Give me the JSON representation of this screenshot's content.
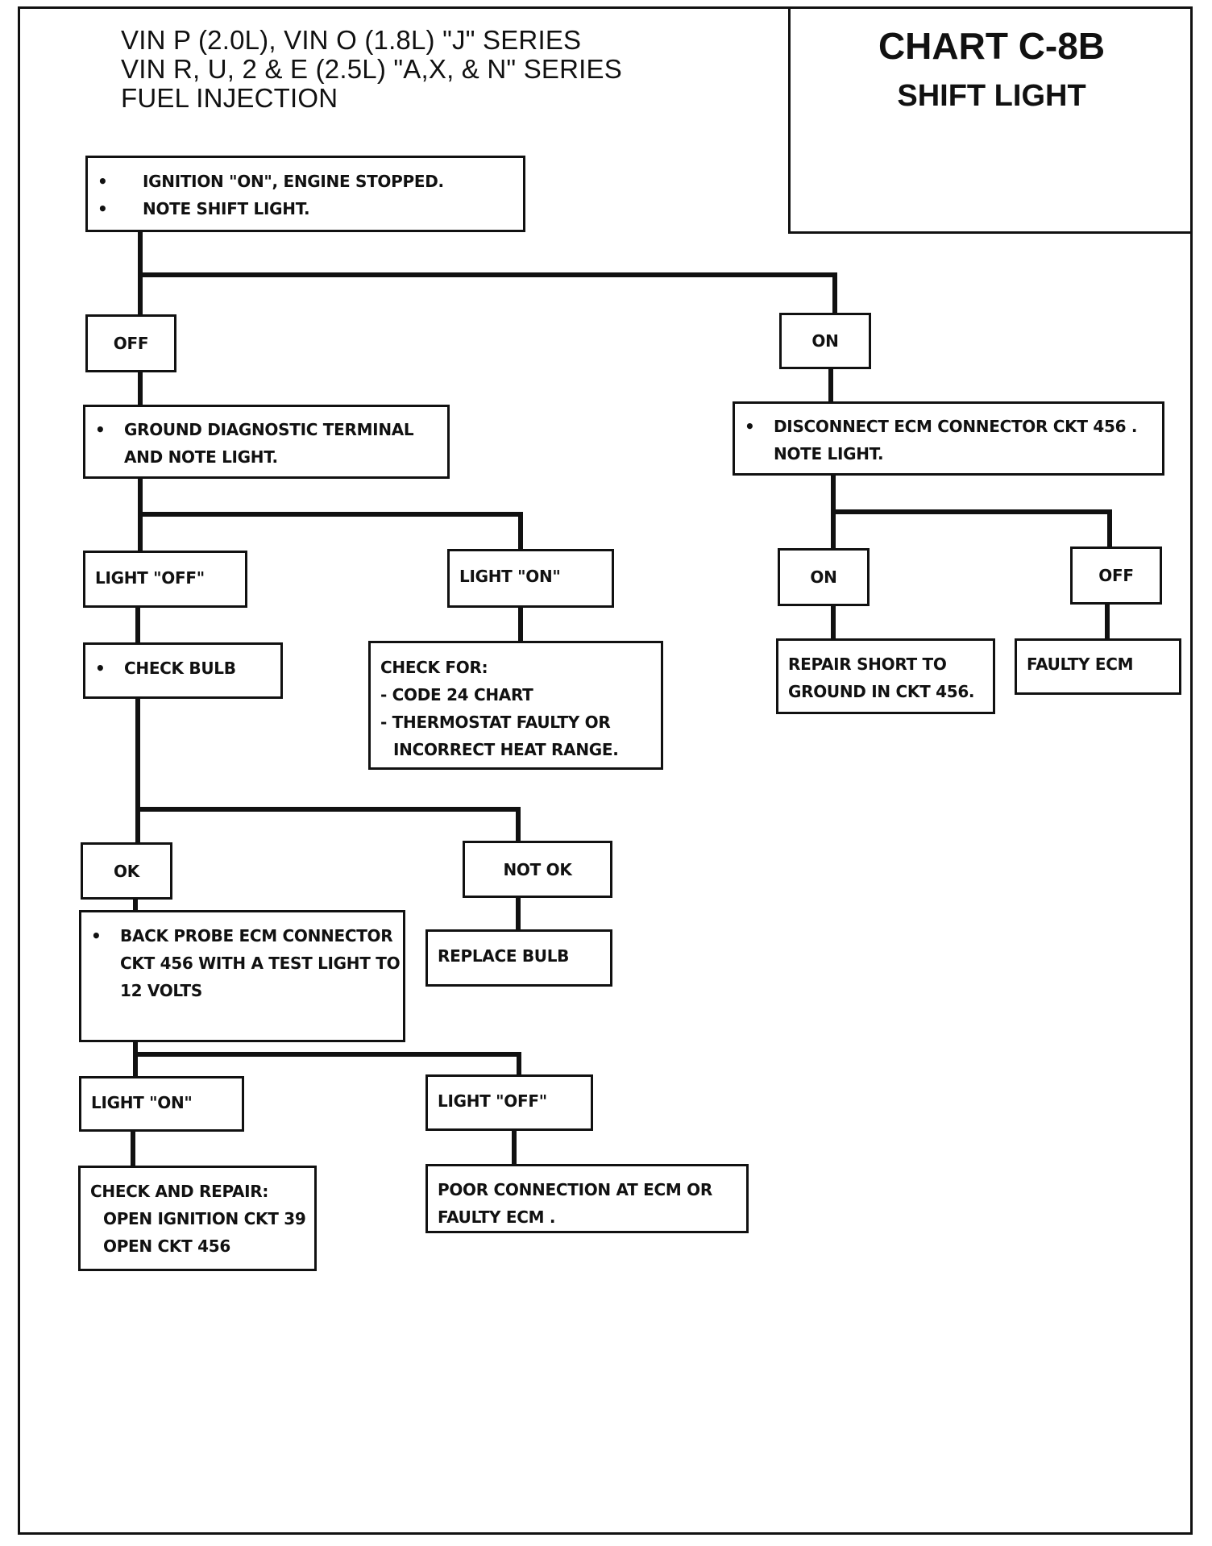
{
  "header": {
    "line1": "VIN P (2.0L), VIN O (1.8L) \"J\" SERIES",
    "line2": "VIN R, U, 2 & E (2.5L) \"A,X, & N\" SERIES",
    "line3": "FUEL INJECTION"
  },
  "chart": {
    "title": "CHART C-8B",
    "subtitle": "SHIFT LIGHT"
  },
  "flow": {
    "start": {
      "bullet": "•",
      "line1": "IGNITION \"ON\", ENGINE STOPPED.",
      "line2": "NOTE SHIFT LIGHT."
    },
    "off": "OFF",
    "on": "ON",
    "ground": {
      "bullet": "•",
      "line1": "GROUND DIAGNOSTIC TERMINAL",
      "line2": "AND NOTE LIGHT."
    },
    "disconnect": {
      "bullet": "•",
      "line1": "DISCONNECT ECM  CONNECTOR CKT 456 .",
      "line2": "NOTE LIGHT."
    },
    "light_off_1": "LIGHT \"OFF\"",
    "light_on_1": "LIGHT \"ON\"",
    "on_2": "ON",
    "off_2": "OFF",
    "check_bulb": {
      "bullet": "•",
      "line1": "CHECK BULB"
    },
    "check_for": {
      "line1": "CHECK FOR:",
      "line2": "- CODE 24 CHART",
      "line3": "- THERMOSTAT FAULTY OR",
      "line4": "INCORRECT HEAT RANGE."
    },
    "repair_short": {
      "line1": "REPAIR SHORT TO",
      "line2": "GROUND IN CKT 456."
    },
    "faulty_ecm": "FAULTY ECM",
    "ok": "OK",
    "not_ok": "NOT OK",
    "back_probe": {
      "bullet": "•",
      "line1": "BACK PROBE ECM CONNECTOR",
      "line2": "CKT 456 WITH A TEST LIGHT TO",
      "line3": "12 VOLTS"
    },
    "replace_bulb": "REPLACE BULB",
    "light_on_2": "LIGHT \"ON\"",
    "light_off_2": "LIGHT \"OFF\"",
    "check_repair": {
      "line1": "CHECK AND REPAIR:",
      "line2": "OPEN IGNITION CKT 39",
      "line3": "OPEN CKT 456"
    },
    "poor_connection": {
      "line1": "POOR CONNECTION AT ECM OR",
      "line2": "FAULTY ECM ."
    }
  }
}
